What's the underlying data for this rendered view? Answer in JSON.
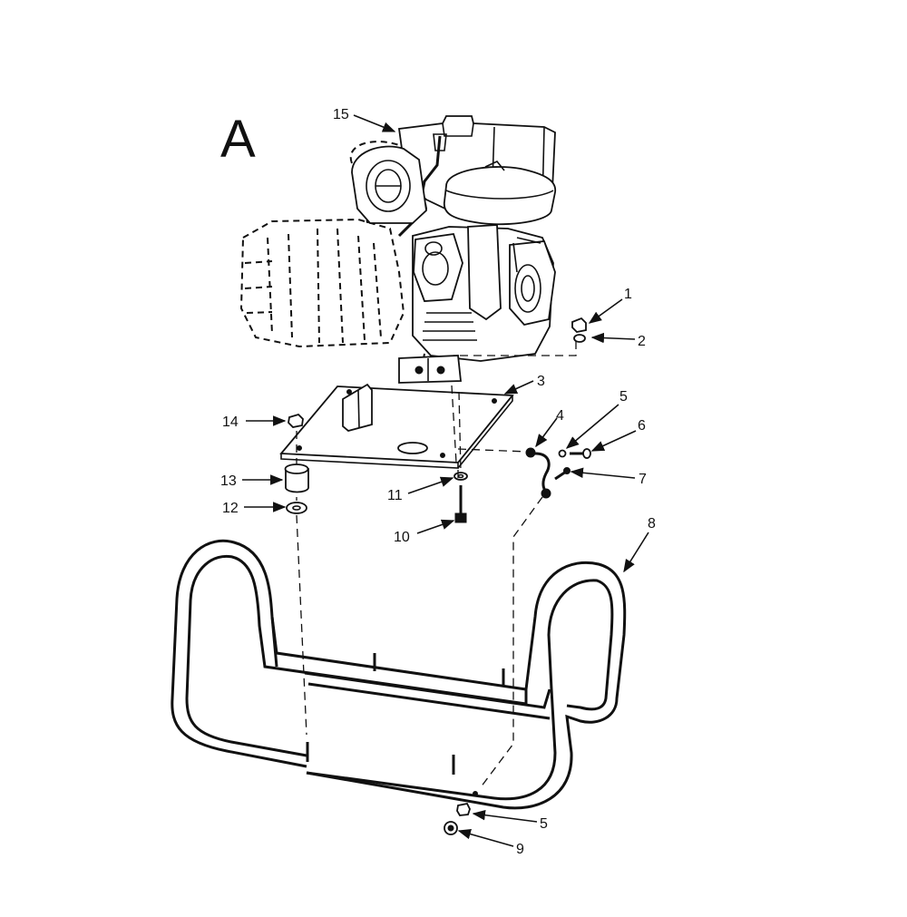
{
  "figure": {
    "letter": "A",
    "callouts": {
      "c1": "1",
      "c2": "2",
      "c3": "3",
      "c4": "4",
      "c5a": "5",
      "c5b": "5",
      "c6": "6",
      "c7": "7",
      "c8": "8",
      "c9": "9",
      "c10": "10",
      "c11": "11",
      "c12": "12",
      "c13": "13",
      "c14": "14",
      "c15": "15"
    }
  }
}
